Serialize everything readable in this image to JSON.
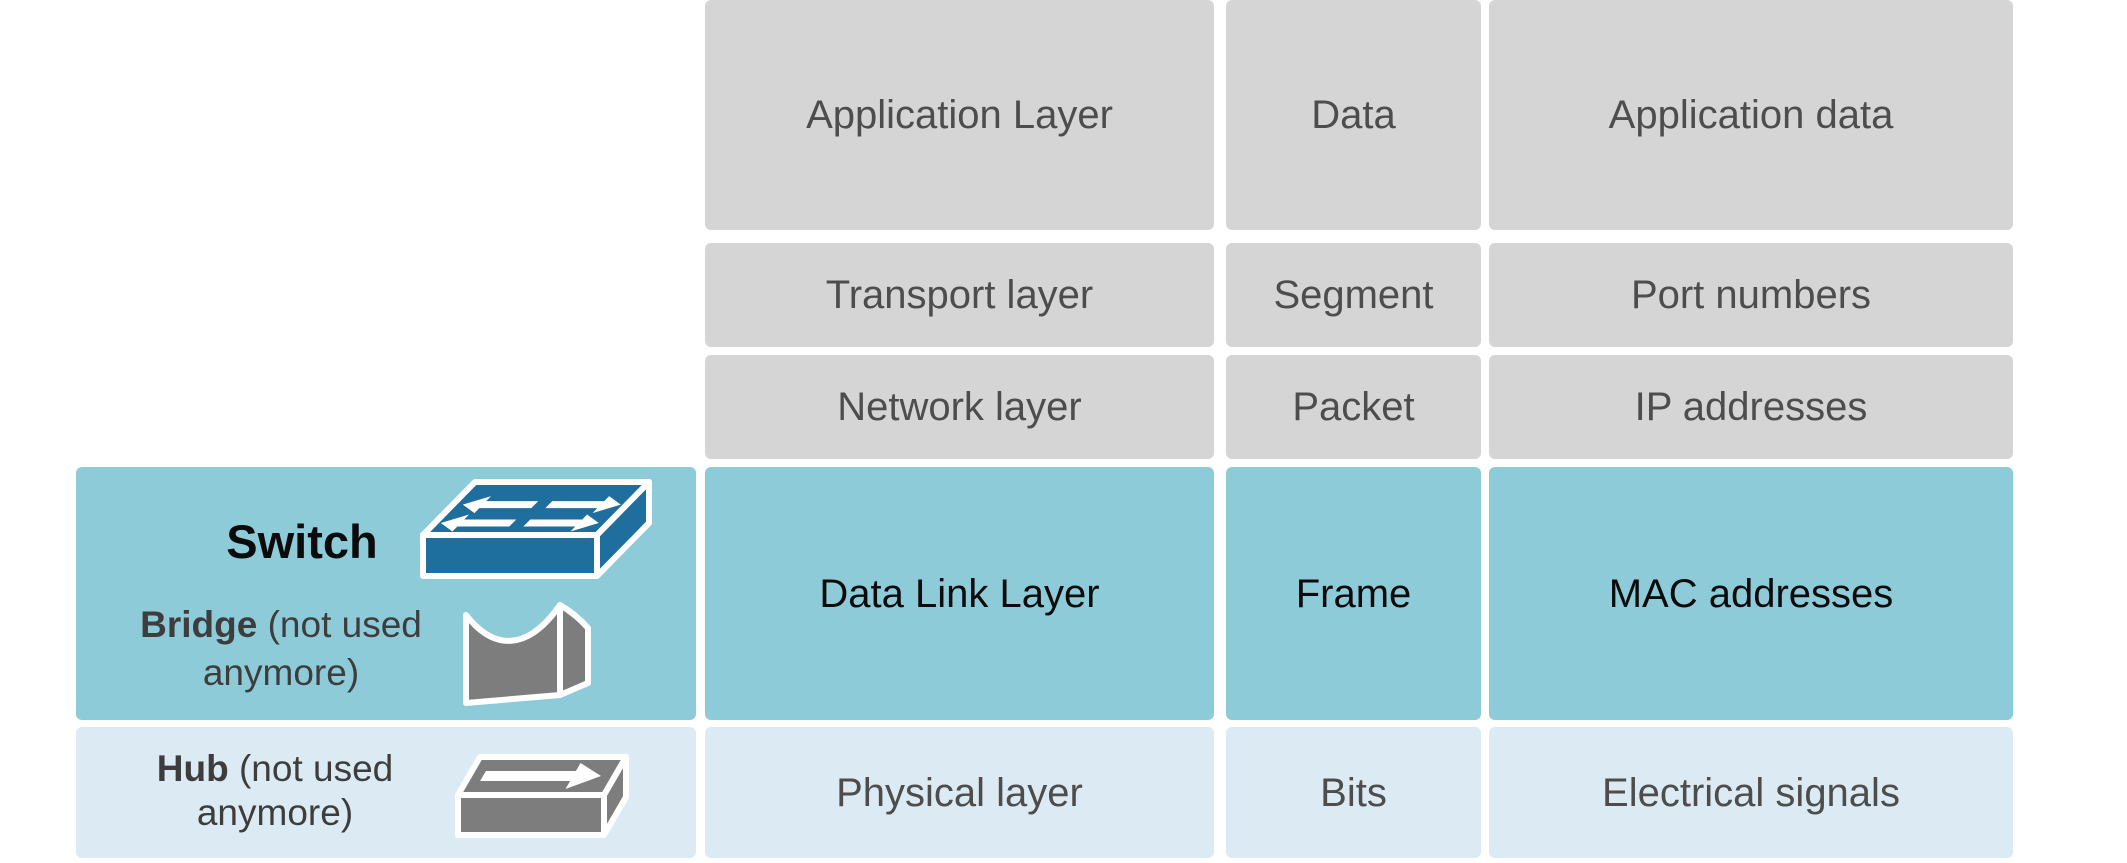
{
  "colors": {
    "page_bg": "#ffffff",
    "gray_box": "#d5d5d5",
    "teal_box": "#8ecbd9",
    "light_box": "#dcebf3",
    "gray_text": "#4d4d4d",
    "dark_text": "#0b0b0b",
    "device_text": "#3d3d3d",
    "switch_blue": "#1e6e9e",
    "icon_gray": "#7d7d7d"
  },
  "matrix": {
    "columns": [
      "layer",
      "data unit",
      "addressing"
    ],
    "rows": [
      {
        "id": "application",
        "layer": "Application Layer",
        "unit": "Data",
        "addressing": "Application data",
        "style": "gray"
      },
      {
        "id": "transport",
        "layer": "Transport layer",
        "unit": "Segment",
        "addressing": "Port numbers",
        "style": "gray"
      },
      {
        "id": "network",
        "layer": "Network layer",
        "unit": "Packet",
        "addressing": "IP addresses",
        "style": "gray"
      },
      {
        "id": "datalink",
        "layer": "Data Link Layer",
        "unit": "Frame",
        "addressing": "MAC addresses",
        "style": "teal"
      },
      {
        "id": "physical",
        "layer": "Physical layer",
        "unit": "Bits",
        "addressing": "Electrical signals",
        "style": "light"
      }
    ]
  },
  "devices": {
    "switch": {
      "name": "Switch"
    },
    "bridge": {
      "name": "Bridge",
      "note": " (not used",
      "note2": "anymore)"
    },
    "hub": {
      "name": "Hub",
      "note": " (not used",
      "note2": "anymore)"
    }
  },
  "icons": {
    "switch": "switch-3d-icon",
    "bridge": "bridge-3d-icon",
    "hub": "hub-3d-icon"
  }
}
